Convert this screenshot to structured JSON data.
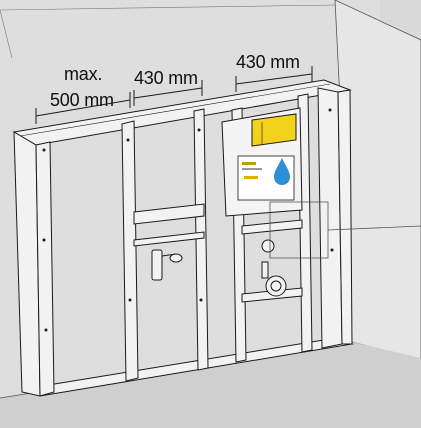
{
  "dimensions": {
    "max_label": "max.",
    "left_span": "500 mm",
    "middle_span": "430 mm",
    "right_span": "430 mm"
  },
  "colors": {
    "background": "#d9d9d9",
    "wall": "#e3e3e3",
    "floor": "#cfcfcf",
    "frame_fill": "#f2f2f2",
    "frame_stroke": "#1a1a1a",
    "cistern_button": "#f2d21b",
    "logo_blue": "#2d8fd6"
  },
  "icons": [
    "flush-plate-icon",
    "drain-pipe-icon",
    "water-drop-logo-icon"
  ]
}
